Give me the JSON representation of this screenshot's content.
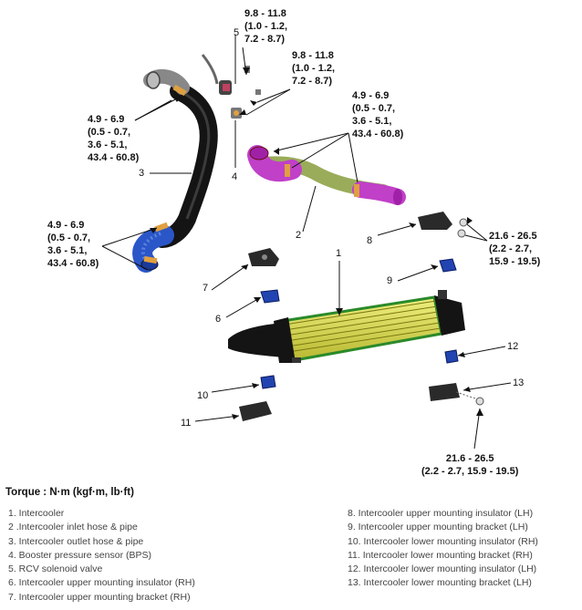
{
  "torques": {
    "t_bps_top": "9.8 - 11.8\n(1.0 - 1.2,\n7.2 - 8.7)",
    "t_bps_mid": "9.8 - 11.8\n(1.0 - 1.2,\n7.2 - 8.7)",
    "t_inlet_upper": "4.9 - 6.9\n(0.5 - 0.7,\n3.6 - 5.1,\n43.4 - 60.8)",
    "t_outlet_upper": "4.9 - 6.9\n(0.5 - 0.7,\n3.6 - 5.1,\n43.4 - 60.8)",
    "t_outlet_lower": "4.9 - 6.9\n(0.5 - 0.7,\n3.6 - 5.1,\n43.4 - 60.8)",
    "t_bracket_upper": "21.6 - 26.5\n(2.2 - 2.7,\n15.9 - 19.5)",
    "t_bracket_lower": "21.6 - 26.5\n(2.2 - 2.7, 15.9 - 19.5)"
  },
  "callouts": {
    "c1": "1",
    "c2": "2",
    "c3": "3",
    "c4": "4",
    "c5": "5",
    "c6": "6",
    "c7": "7",
    "c8": "8",
    "c9": "9",
    "c10": "10",
    "c11": "11",
    "c12": "12",
    "c13": "13"
  },
  "torque_title": "Torque : N·m (kgf·m, lb·ft)",
  "legend_left": [
    "1. Intercooler",
    "2 .Intercooler inlet hose & pipe",
    "3. Intercooler outlet hose & pipe",
    "4. Booster pressure sensor (BPS)",
    "5. RCV solenoid valve",
    "6. Intercooler upper mounting insulator (RH)",
    "7. Intercooler upper mounting bracket (RH)"
  ],
  "legend_right": [
    "8. Intercooler upper mounting insulator (LH)",
    "9. Intercooler upper mounting bracket (LH)",
    "10. Intercooler lower mounting insulator (RH)",
    "11. Intercooler lower mounting bracket (RH)",
    "12. Intercooler lower mounting insulator (LH)",
    "13. Intercooler lower mounting bracket (LH)"
  ],
  "colors": {
    "core_yellow": "#dcdc4a",
    "hose_blue": "#2a56c8",
    "hose_magenta": "#c040c8",
    "pipe_green": "#9aac5a",
    "pipe_black": "#141414",
    "insulator_blue": "#2244b0",
    "clamp_orange": "#e0a040"
  }
}
